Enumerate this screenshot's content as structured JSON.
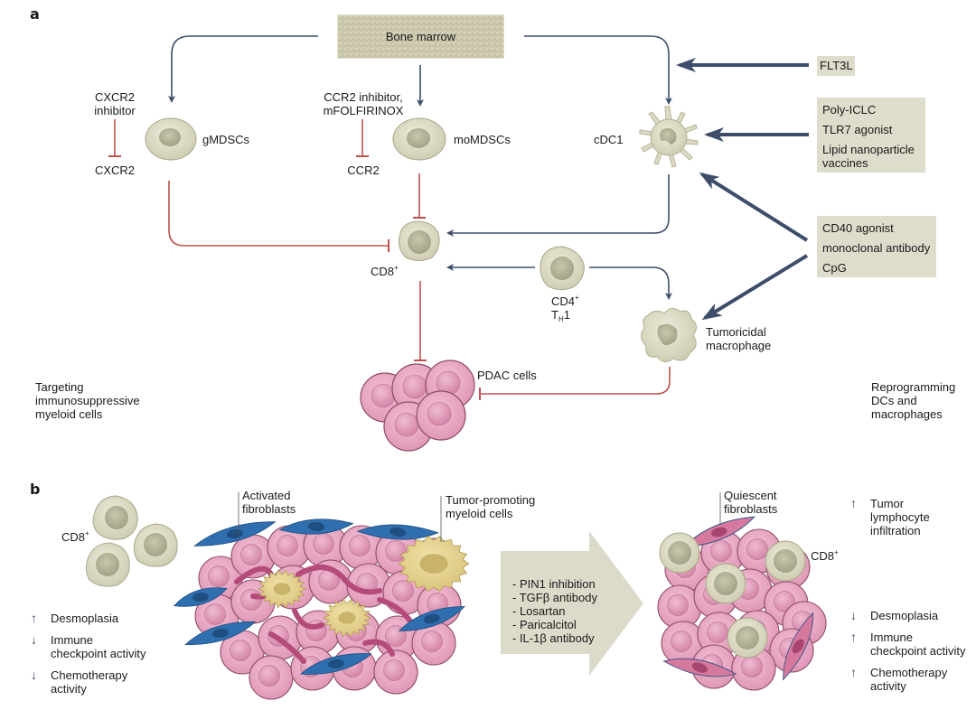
{
  "panels": {
    "a": "a",
    "b": "b"
  },
  "colors": {
    "activation_arrow": "#3d4d6a",
    "inhibition_line": "#c0504d",
    "immune_cell": "#d9d7bf",
    "tumor_cell": "#e7a6c2",
    "activated_fibroblast": "#2f6fb0",
    "quiescent_fibroblast": "#d6799f",
    "myeloid_cell": "#e2cd85",
    "drug_box": "#dedccb"
  },
  "panel_a": {
    "bone_marrow": "Bone marrow",
    "cxcr2_inhibitor": [
      "CXCR2",
      "inhibitor"
    ],
    "cxcr2": "CXCR2",
    "gmdscs": "gMDSCs",
    "ccr2_inhibitor": [
      "CCR2 inhibitor,",
      "mFOLFIRINOX"
    ],
    "ccr2": "CCR2",
    "momdscs": "moMDSCs",
    "cdc1": "cDC1",
    "cd8": {
      "base": "CD8",
      "sup": "+"
    },
    "cd4": {
      "base": "CD4",
      "sup": "+",
      "line2_base": "T",
      "line2_sub": "H",
      "line2_tail": "1"
    },
    "macrophage": [
      "Tumoricidal",
      "macrophage"
    ],
    "pdac": "PDAC cells",
    "left_caption": [
      "Targeting",
      "immunosuppressive",
      "myeloid cells"
    ],
    "right_caption": [
      "Reprogramming",
      "DCs and",
      "macrophages"
    ],
    "flt3l_box": [
      "FLT3L"
    ],
    "tlr_box": [
      "Poly-ICLC",
      "TLR7 agonist",
      "Lipid nanoparticle\nvaccines"
    ],
    "cd40_box": [
      "CD40 agonist",
      "monoclonal antibody",
      "CpG"
    ]
  },
  "panel_b": {
    "cd8_label": {
      "base": "CD8",
      "sup": "+"
    },
    "activated_fibroblasts": [
      "Activated",
      "fibroblasts"
    ],
    "tumor_promoting": [
      "Tumor-promoting",
      "myeloid cells"
    ],
    "quiescent_fibroblasts": [
      "Quiescent",
      "fibroblasts"
    ],
    "cd8_right": {
      "base": "CD8",
      "sup": "+"
    },
    "treatments": [
      "- PIN1 inhibition",
      "- TGFβ antibody",
      "- Losartan",
      "- Paricalcitol",
      "- IL-1β antibody"
    ],
    "left_effects": [
      {
        "dir": "up",
        "glyph": "↑",
        "text": "Desmoplasia"
      },
      {
        "dir": "down",
        "glyph": "↓",
        "text": "Immune\ncheckpoint activity"
      },
      {
        "dir": "down",
        "glyph": "↓",
        "text": "Chemotherapy\nactivity"
      }
    ],
    "right_effects_top": [
      {
        "dir": "up",
        "glyph": "↑",
        "text": "Tumor\nlymphocyte\ninfiltration"
      }
    ],
    "right_effects": [
      {
        "dir": "down",
        "glyph": "↓",
        "text": "Desmoplasia"
      },
      {
        "dir": "up",
        "glyph": "↑",
        "text": "Immune\ncheckpoint activity"
      },
      {
        "dir": "up",
        "glyph": "↑",
        "text": "Chemotherapy\nactivity"
      }
    ]
  }
}
